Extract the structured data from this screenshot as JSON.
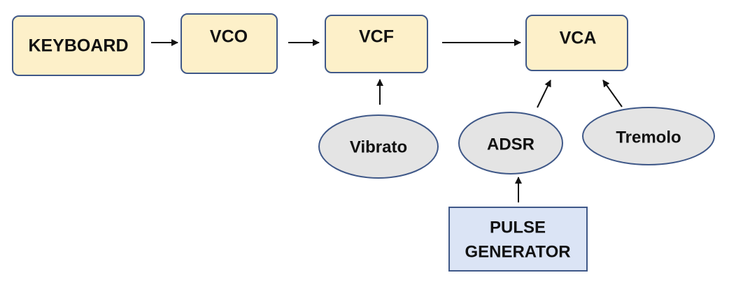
{
  "nodes": {
    "keyboard": {
      "label": "KEYBOARD"
    },
    "vco": {
      "label": "VCO"
    },
    "vcf": {
      "label": "VCF"
    },
    "vca": {
      "label": "VCA"
    },
    "vibrato": {
      "label": "Vibrato"
    },
    "adsr": {
      "label": "ADSR"
    },
    "tremolo": {
      "label": "Tremolo"
    },
    "pulse_generator": {
      "label_line1": "PULSE",
      "label_line2": "GENERATOR"
    }
  },
  "edges": [
    {
      "from": "KEYBOARD",
      "to": "VCO"
    },
    {
      "from": "VCO",
      "to": "VCF"
    },
    {
      "from": "VCF",
      "to": "VCA"
    },
    {
      "from": "Vibrato",
      "to": "VCF"
    },
    {
      "from": "ADSR",
      "to": "VCA"
    },
    {
      "from": "Tremolo",
      "to": "VCA"
    },
    {
      "from": "PULSE GENERATOR",
      "to": "ADSR"
    }
  ],
  "colors": {
    "module_fill": "#fdf0c9",
    "module_stroke": "#3f5888",
    "modulator_fill": "#e4e4e4",
    "modulator_stroke": "#3f5888",
    "generator_fill": "#dbe4f5",
    "generator_stroke": "#3f5888",
    "arrow": "#111111",
    "text": "#111111"
  }
}
